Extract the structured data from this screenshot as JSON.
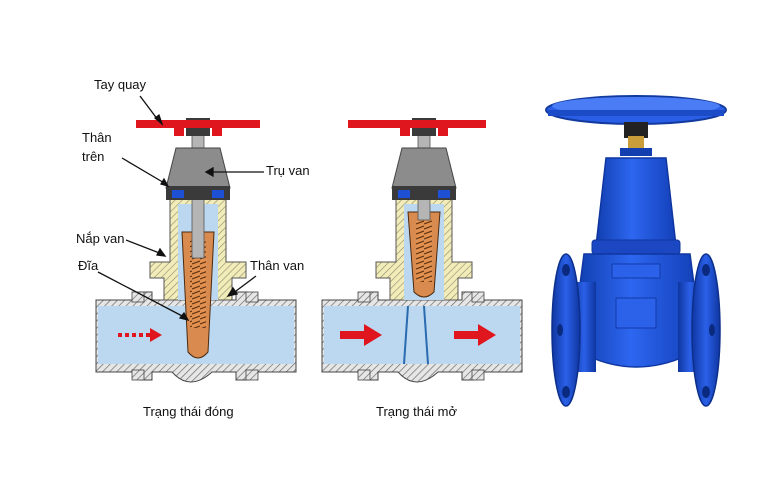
{
  "labels": {
    "handwheel": "Tay quay",
    "upper_body_line1": "Thân",
    "upper_body_line2": "trên",
    "stem": "Trụ van",
    "bonnet": "Nắp van",
    "disc": "Đĩa",
    "body": "Thân van"
  },
  "captions": {
    "closed": "Trạng thái đóng",
    "open": "Trạng thái mở"
  },
  "colors": {
    "handwheel": "#e0161e",
    "pipe_fluid": "#bcd8f0",
    "hatch": "#7a7a7a",
    "bonnet_yellow": "#f2ecb8",
    "disc_copper": "#d98a4e",
    "stem_grey": "#a6a6a6",
    "valve_blue": "#1e50d6",
    "flow_arrow": "#e0161e"
  }
}
